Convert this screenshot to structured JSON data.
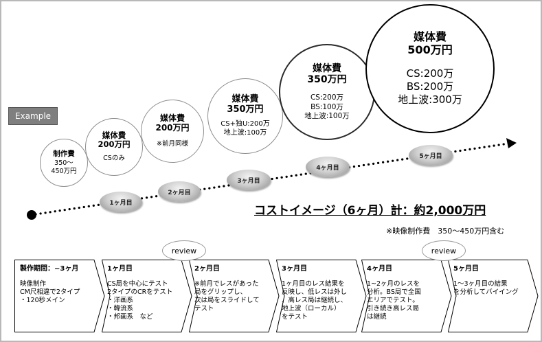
{
  "example_label": "Example",
  "circles": [
    {
      "title": "制作費",
      "sub": "",
      "lines": [
        "350～",
        "450万円"
      ]
    },
    {
      "title": "媒体費",
      "sub": "200万円",
      "lines": [
        "CSのみ"
      ]
    },
    {
      "title": "媒体費",
      "sub": "200万円",
      "lines": [
        "※前月同様"
      ]
    },
    {
      "title": "媒体費",
      "sub": "350万円",
      "lines": [
        "CS+独U:200万",
        "地上波:100万"
      ]
    },
    {
      "title": "媒体費",
      "sub": "350万円",
      "lines": [
        "CS:200万",
        "BS:100万",
        "地上波:100万"
      ]
    },
    {
      "title": "媒体費",
      "sub": "500万円",
      "lines": [
        "CS:200万",
        "BS:200万",
        "地上波:300万"
      ]
    }
  ],
  "months": [
    "1ヶ月目",
    "2ヶ月目",
    "3ヶ月目",
    "4ヶ月目",
    "5ヶ月目"
  ],
  "headline": "コストイメージ（6ヶ月）計：約2,000万円",
  "note": "※映像制作費　350～450万円含む",
  "review_label": "review",
  "steps": [
    {
      "title": "製作期間：~3ヶ月",
      "body": "映像制作\nCM尺相違で2タイプ\n・120秒メイン"
    },
    {
      "title": "1ヶ月目",
      "body": "CS局を中心にテスト\n2タイプのCRをテスト\n・洋画系\n・韓流系\n・邦画系　など"
    },
    {
      "title": "2ヶ月目",
      "body": "※前月でレスがあった\n局をグリップし、\n次は局をスライドして\nテスト"
    },
    {
      "title": "3ヶ月目",
      "body": "1ヶ月目のレス結果を\n反映し、低レスは外し\n、高レス局は継続し、\n地上波（ローカル）\nをテスト"
    },
    {
      "title": "4ヶ月目",
      "body": "1~2ヶ月のレスを\n分析。BS局で全国\nエリアでテスト。\n引き続き高レス局\nは継続"
    },
    {
      "title": "5ヶ月目",
      "body": "1～3ヶ月目の結果\nを分析してバイイング"
    }
  ]
}
